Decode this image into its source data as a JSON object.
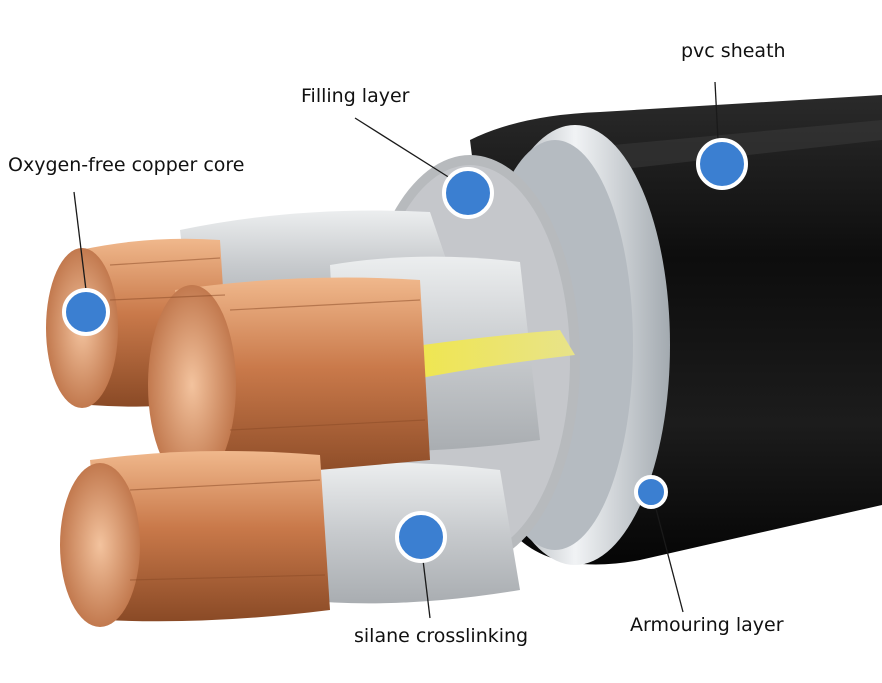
{
  "labels": {
    "pvc_sheath": "pvc sheath",
    "filling_layer": "Filling layer",
    "copper_core": "Oxygen-free copper core",
    "silane": "silane crosslinking",
    "armouring": "Armouring layer"
  },
  "colors": {
    "marker_fill": "#3b7fd1",
    "marker_ring": "#ffffff",
    "leader_line": "#1a1a1a",
    "sheath": "#141414",
    "armour": "#c9ced3",
    "filler": "#b9bcbf",
    "insulation": "#d8dadc",
    "copper": "#c9794a",
    "earth_core": "#d8cf3a"
  }
}
